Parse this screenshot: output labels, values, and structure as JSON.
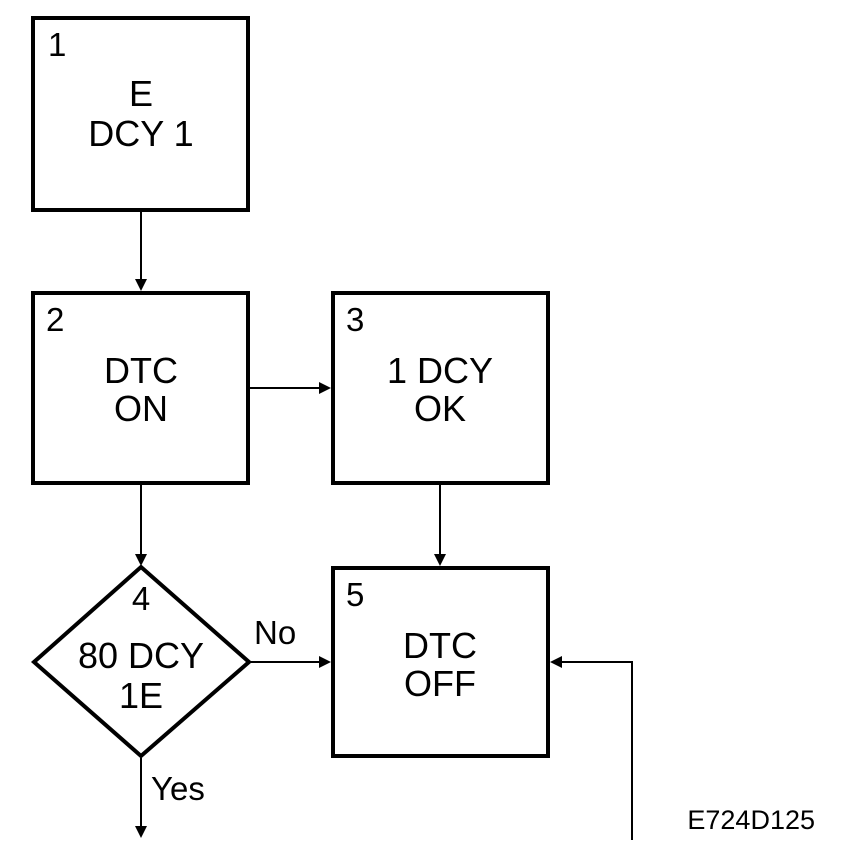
{
  "figure_code": "E724D125",
  "nodes": [
    {
      "id": "1",
      "number": "1",
      "lines": [
        "E",
        "DCY 1"
      ],
      "shape": "box"
    },
    {
      "id": "2",
      "number": "2",
      "lines": [
        "DTC",
        "ON"
      ],
      "shape": "box"
    },
    {
      "id": "3",
      "number": "3",
      "lines": [
        "1 DCY",
        "OK"
      ],
      "shape": "box"
    },
    {
      "id": "4",
      "number": "4",
      "lines": [
        "80 DCY",
        "1E"
      ],
      "shape": "diamond"
    },
    {
      "id": "5",
      "number": "5",
      "lines": [
        "DTC",
        "OFF"
      ],
      "shape": "box"
    }
  ],
  "edges": [
    {
      "from": "1",
      "to": "2",
      "label": ""
    },
    {
      "from": "2",
      "to": "3",
      "label": ""
    },
    {
      "from": "2",
      "to": "4",
      "label": ""
    },
    {
      "from": "3",
      "to": "5",
      "label": ""
    },
    {
      "from": "4",
      "to": "5",
      "label": "No"
    },
    {
      "from": "4",
      "to": "",
      "label": "Yes"
    },
    {
      "from": "",
      "to": "5",
      "label": ""
    }
  ]
}
